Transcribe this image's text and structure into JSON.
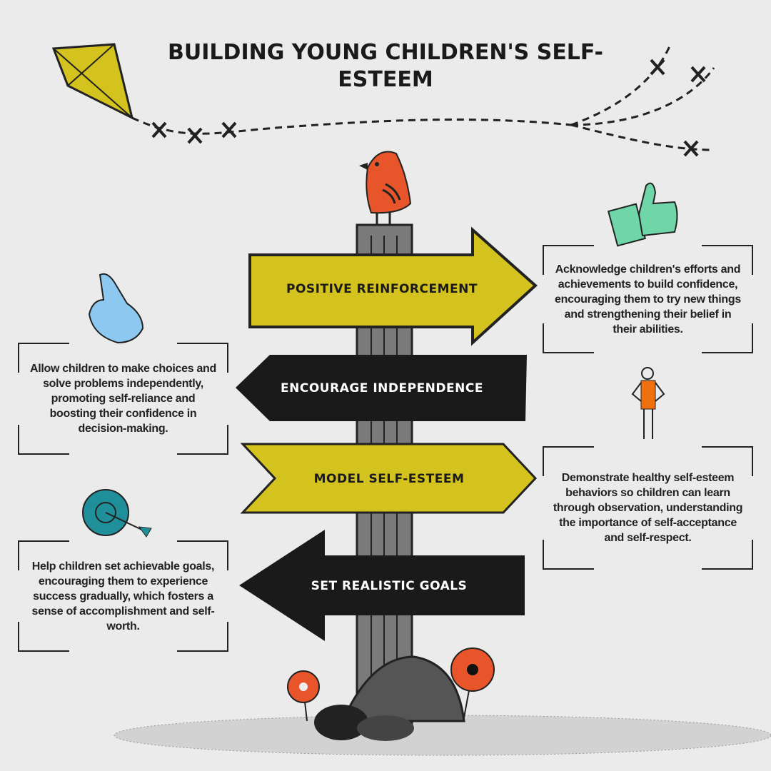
{
  "title": {
    "line1": "BUILDING YOUNG CHILDREN'S SELF-",
    "line2": "ESTEEM"
  },
  "signs": [
    {
      "label": "POSITIVE REINFORCEMENT",
      "color": "#d4c21f",
      "direction": "right"
    },
    {
      "label": "ENCOURAGE INDEPENDENCE",
      "color": "#1a1a1a",
      "direction": "left"
    },
    {
      "label": "MODEL SELF-ESTEEM",
      "color": "#d4c21f",
      "direction": "right"
    },
    {
      "label": "SET REALISTIC GOALS",
      "color": "#1a1a1a",
      "direction": "left"
    }
  ],
  "descriptions": {
    "positive_reinforcement": "Acknowledge children's efforts and achievements to build confidence, encouraging them to try new things and strengthening their belief in their abilities.",
    "encourage_independence": "Allow children to make choices and solve problems independently, promoting self-reliance and boosting their confidence in decision-making.",
    "model_self_esteem": "Demonstrate healthy self-esteem behaviors so children can learn through observation, understanding the importance of self-acceptance and self-respect.",
    "set_realistic_goals": "Help children set achievable goals, encouraging them to experience success gradually, which fosters a sense of accomplishment and self-worth."
  },
  "colors": {
    "yellow": "#d4c21f",
    "black": "#1a1a1a",
    "orange": "#e8552a",
    "teal": "#1f8f9a",
    "green": "#6fd6a8",
    "blue": "#8cc8ef",
    "post": "#7a7a7a"
  }
}
